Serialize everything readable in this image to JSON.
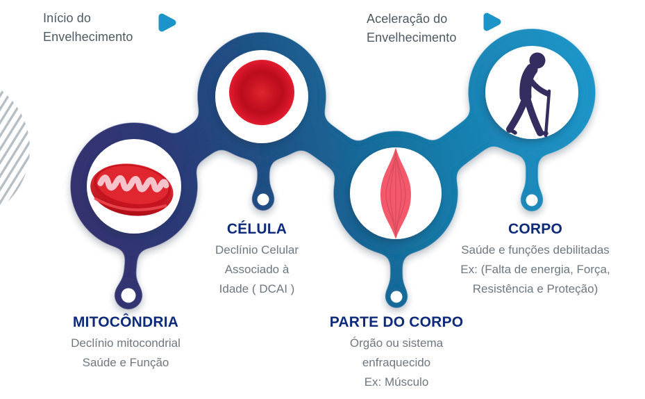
{
  "headers": {
    "left": {
      "label": "Início do\nEnvelhecimento",
      "icon": "play-arrow-icon"
    },
    "right": {
      "label": "Aceleração do\nEnvelhecimento",
      "icon": "play-arrow-icon"
    }
  },
  "stages": [
    {
      "id": "mitocondria",
      "title": "MITOCÔNDRIA",
      "description": "Declínio mitocondrial\nSaúde e Função",
      "icon": "mitochondria-icon"
    },
    {
      "id": "celula",
      "title": "CÉLULA",
      "description": "Declínio Celular\nAssociado à\nIdade ( DCAI )",
      "icon": "red-blood-cell-icon"
    },
    {
      "id": "parte-do-corpo",
      "title": "PARTE DO CORPO",
      "description": "Órgão ou sistema\nenfraquecido\nEx: Músculo",
      "icon": "muscle-icon"
    },
    {
      "id": "corpo",
      "title": "CORPO",
      "description": "Saúde e funções debilitadas\nEx: (Falta de energia, Força,\nResistência e Proteção)",
      "icon": "elderly-person-icon"
    }
  ],
  "colors": {
    "title_navy": "#0e2b7b",
    "description_gray": "#6d7780",
    "header_gray": "#4d5962",
    "play_arrow_cyan": "#1b95c9",
    "chain_start_indigo": "#37316f",
    "chain_mid_blue": "#1d5488",
    "chain_end_cyan": "#1f97ca",
    "red_blood_cell": "#cf1422",
    "mitochondria_red": "#d8161f",
    "mitochondria_pink": "#f5c3c9",
    "muscle_pink": "#f3596b",
    "person_navy": "#342d60",
    "hatch_gray": "#b6bfc6"
  }
}
